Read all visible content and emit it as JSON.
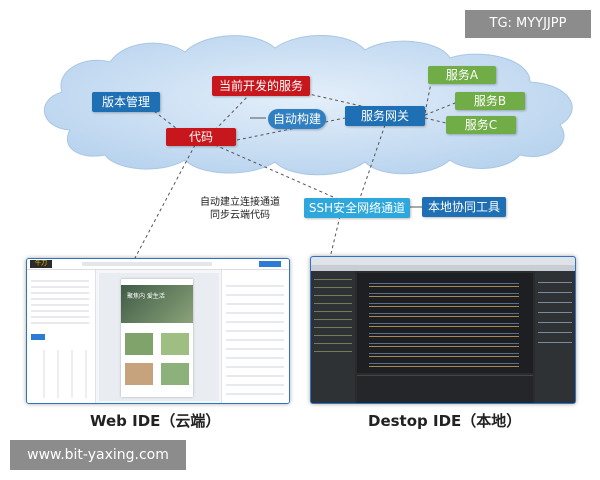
{
  "watermark_top": "TG: MYYJJPP",
  "watermark_bottom": "www.bit-yaxing.com",
  "nodes": {
    "version_mgmt": "版本管理",
    "current_service": "当前开发的服务",
    "code": "代码",
    "auto_build": "自动构建",
    "service_gateway": "服务网关",
    "service_a": "服务A",
    "service_b": "服务B",
    "service_c": "服务C",
    "ssh_channel": "SSH安全网络通道",
    "local_tool": "本地协同工具"
  },
  "note": {
    "line1": "自动建立连接通道",
    "line2": "同步云端代码"
  },
  "captions": {
    "web_ide": "Web IDE（云端）",
    "desktop_ide": "Destop IDE（本地）"
  },
  "web_ide_mock": {
    "logo": "牛刀",
    "banner": "聚焦内 爱生活"
  },
  "colors": {
    "cloud": "#c5dcf1",
    "blue": "#1f6fb4",
    "red": "#c8161d",
    "green": "#70ad47",
    "cyan": "#2ea7dc"
  }
}
